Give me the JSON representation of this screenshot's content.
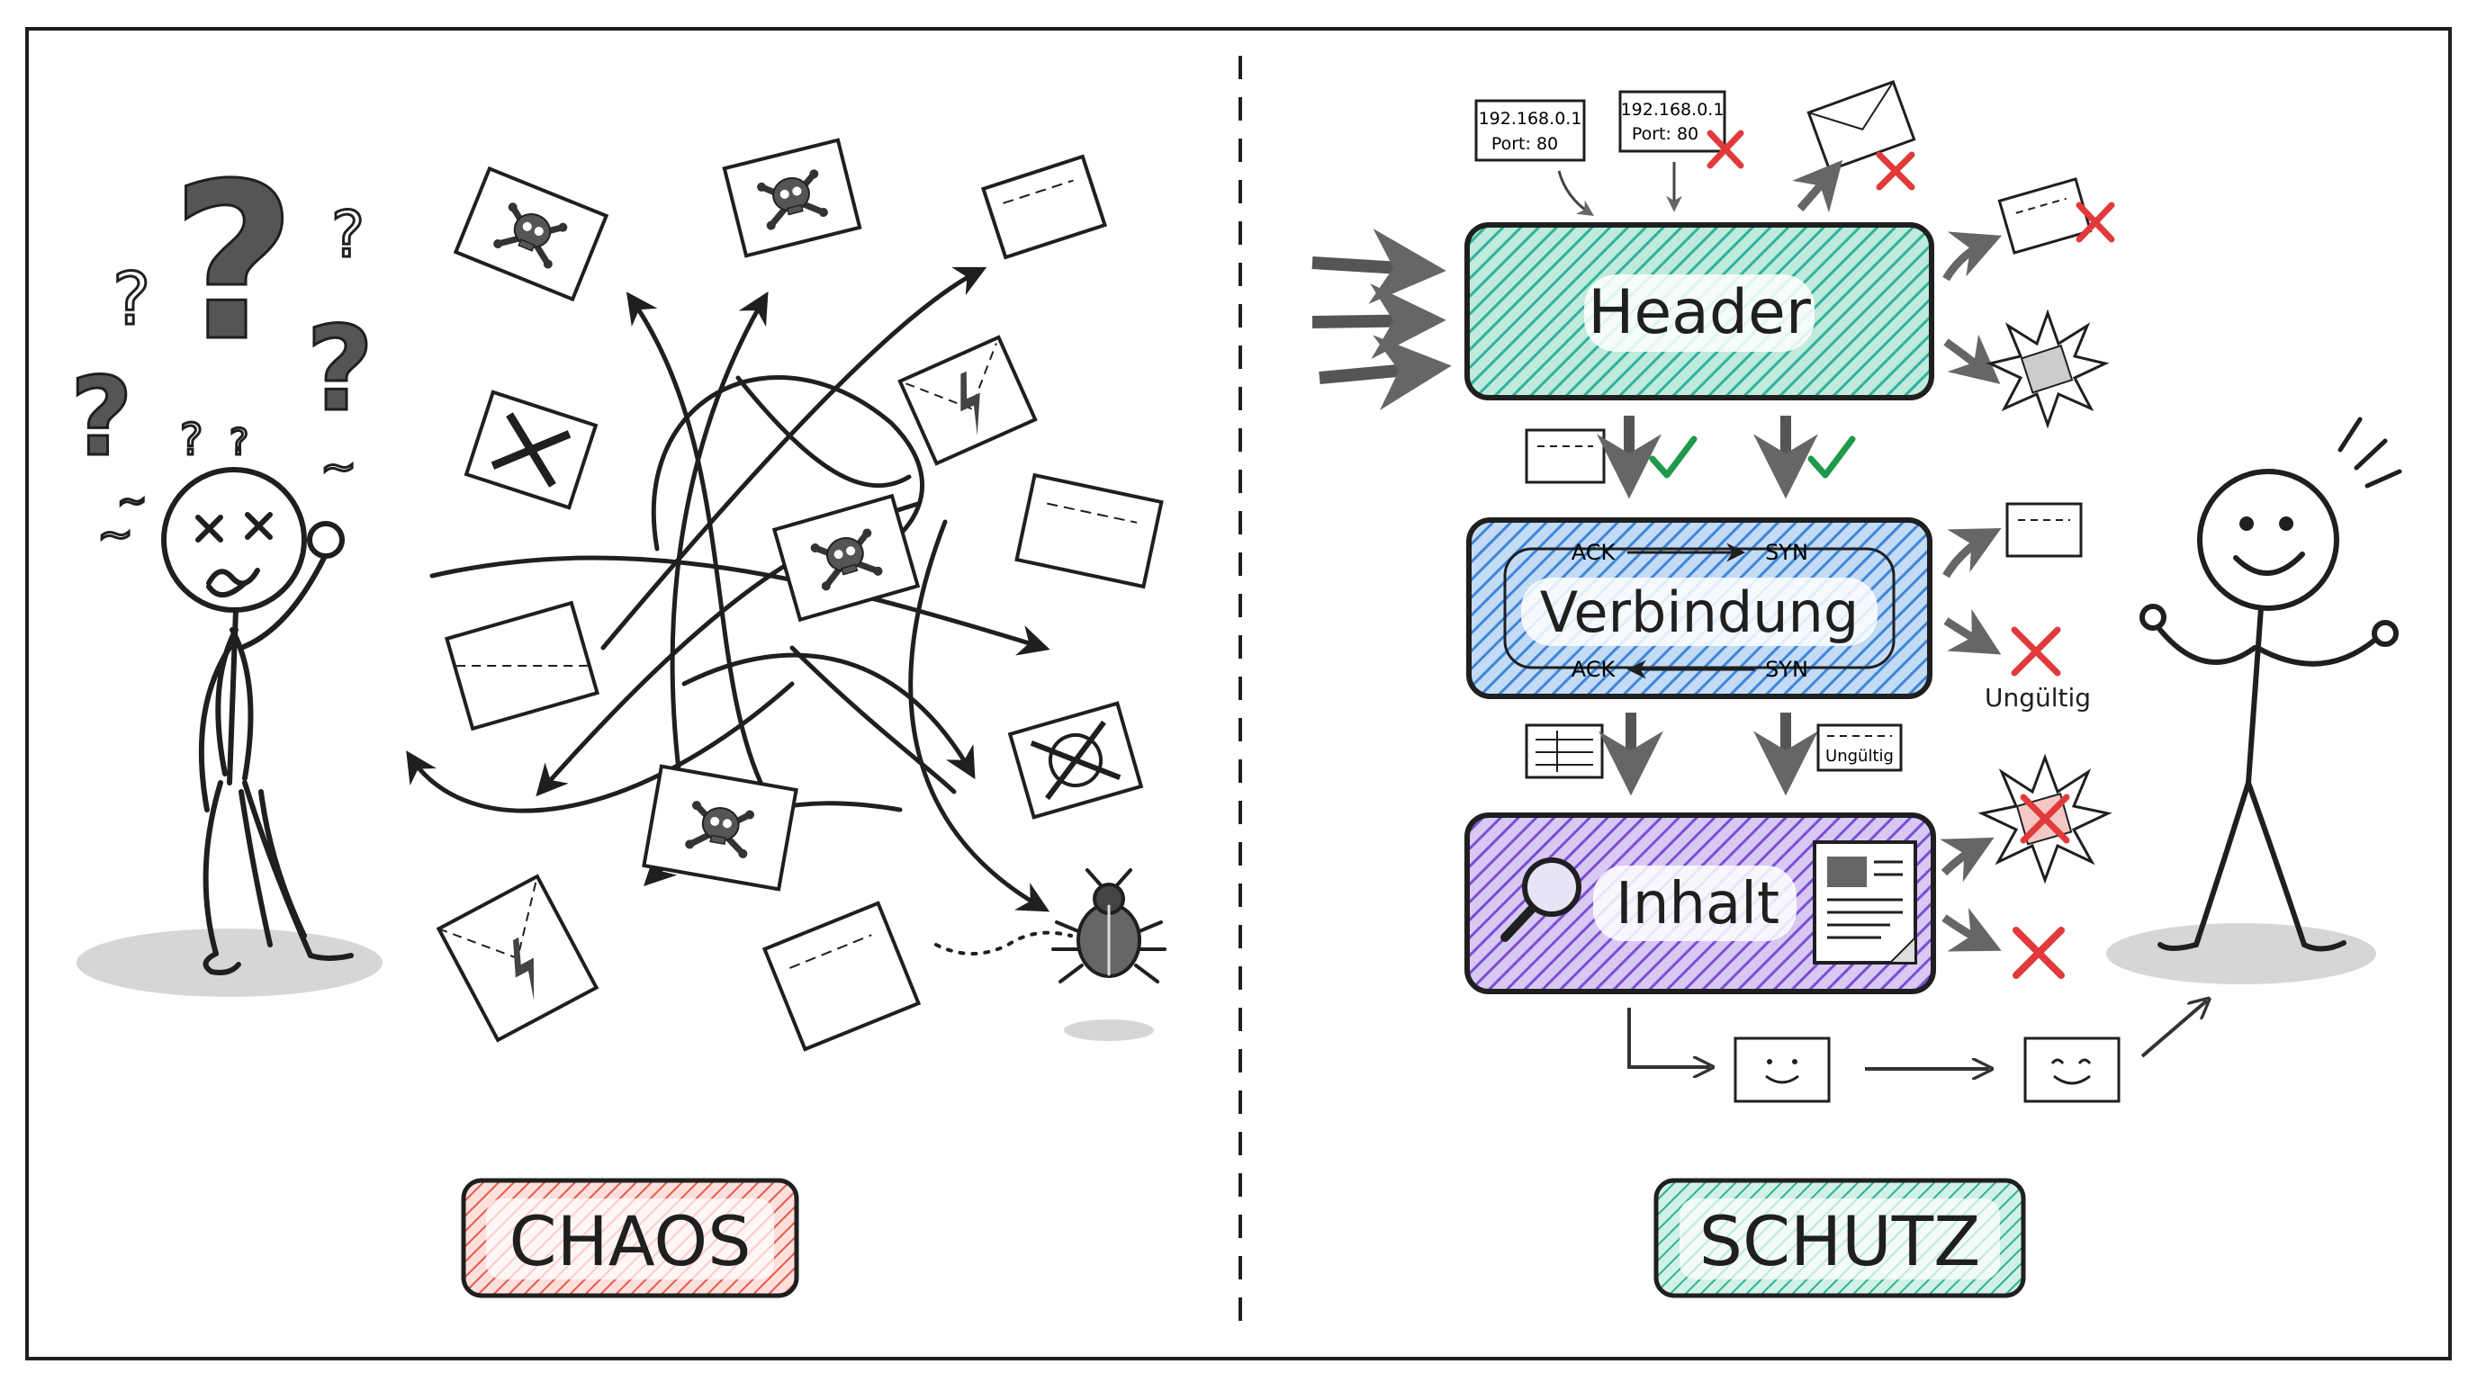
{
  "left_panel": {
    "label": "CHAOS",
    "label_color": "#e8584f"
  },
  "right_panel": {
    "label": "SCHUTZ",
    "label_color": "#2bb394",
    "packets": {
      "packet_a": {
        "ip": "192.168.0.1",
        "port": "Port: 80"
      },
      "packet_b": {
        "ip": "192.168.0.1",
        "port": "Port: 80"
      }
    },
    "layers": {
      "header": {
        "title": "Header",
        "color": "#2fb39a"
      },
      "verbindung": {
        "title": "Verbindung",
        "color": "#3f86d9",
        "top_left": "ACK",
        "top_right": "SYN",
        "bottom_left": "ACK",
        "bottom_right": "SYN"
      },
      "inhalt": {
        "title": "Inhalt",
        "color": "#7a4fd6"
      }
    },
    "invalid_label": "Ungültig",
    "invalid_packet_label": "Ungültig",
    "colors": {
      "reject": "#e23a3a",
      "accept": "#1f9a4a"
    }
  }
}
